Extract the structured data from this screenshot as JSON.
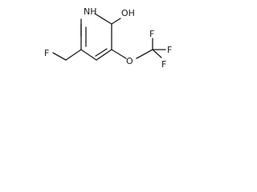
{
  "molecule": {
    "atoms": {
      "nh": "NH",
      "oh": "OH",
      "ring_o": "O",
      "f_left": "F",
      "f_top": "F",
      "f_right": "F",
      "f_bottom": "F"
    }
  }
}
